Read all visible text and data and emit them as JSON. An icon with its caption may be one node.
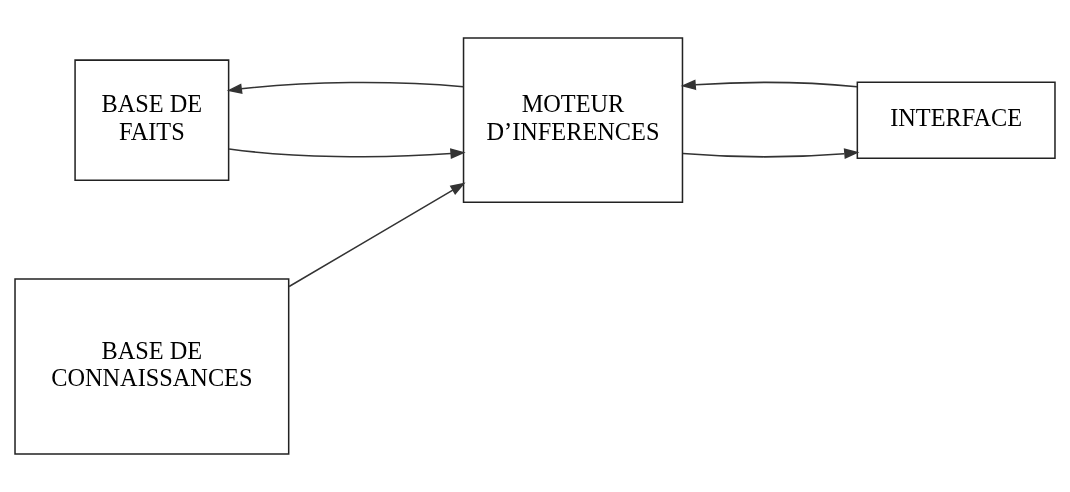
{
  "diagram": {
    "nodes": [
      {
        "text": [
          "BASE DE FAITS"
        ]
      },
      {
        "text": [
          "MOTEUR D’INFERENCES"
        ]
      },
      {
        "text": [
          "INTERFACE"
        ]
      },
      {
        "text": [
          "BASE DE CONNAISSANCES"
        ]
      }
    ],
    "edges": [
      {
        "from": 1,
        "to": 0,
        "arrow": "to"
      },
      {
        "from": 0,
        "to": 1,
        "arrow": "to"
      },
      {
        "from": 3,
        "to": 1,
        "arrow": "to"
      },
      {
        "from": 2,
        "to": 1,
        "arrow": "to"
      },
      {
        "from": 1,
        "to": 2,
        "arrow": "to"
      }
    ]
  }
}
